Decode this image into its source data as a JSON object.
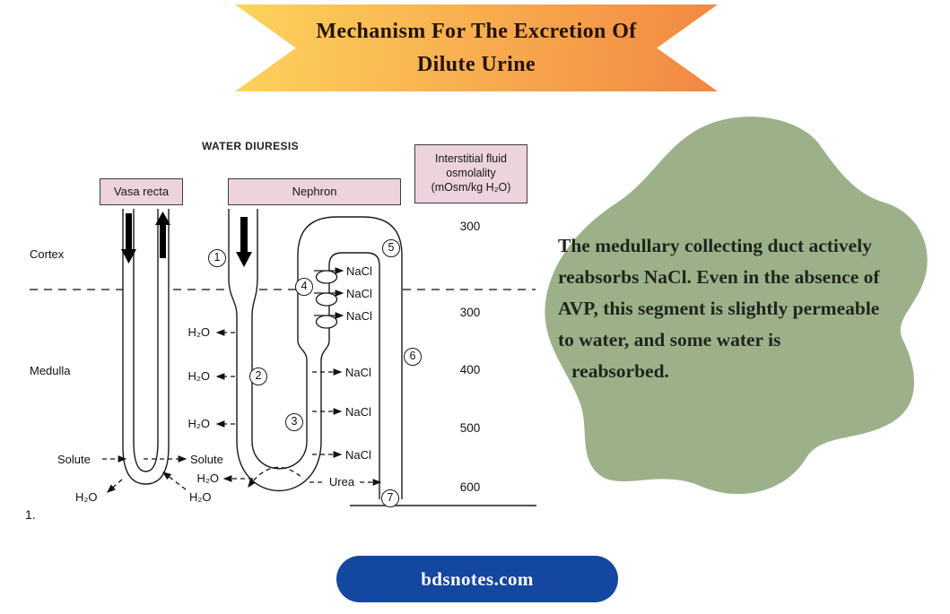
{
  "banner": {
    "title_line1": "Mechanism For The Excretion Of",
    "title_line2": "Dilute Urine"
  },
  "diagram": {
    "heading": "WATER DIURESIS",
    "vasa_recta_label": "Vasa recta",
    "nephron_label": "Nephron",
    "scale_box_line1": "Interstitial fluid",
    "scale_box_line2": "osmolality",
    "scale_box_line3": "(mOsm/kg H₂O)",
    "cortex_label": "Cortex",
    "medulla_label": "Medulla",
    "osmolality_values": [
      "300",
      "300",
      "400",
      "500",
      "600"
    ],
    "step_numbers": [
      "1",
      "2",
      "3",
      "4",
      "5",
      "6",
      "7"
    ],
    "nacl_cortex": [
      "NaCl",
      "NaCl",
      "NaCl"
    ],
    "nacl_medulla": [
      "NaCl",
      "NaCl",
      "NaCl"
    ],
    "h2o_descending": [
      "H₂O",
      "H₂O",
      "H₂O"
    ],
    "h2o_loop_bottom": "H₂O",
    "h2o_vasa_left": "H₂O",
    "h2o_vasa_right": "H₂O",
    "solute_in": "Solute",
    "solute_out": "Solute",
    "urea_label": "Urea",
    "footnote": "1."
  },
  "note": {
    "lines": [
      "The medullary collecting duct actively",
      "reabsorbs NaCl. Even in the absence of",
      "AVP, this segment is slightly permeable",
      "to water, and some water is",
      "reabsorbed."
    ]
  },
  "footer": {
    "site_label": "bdsnotes.com"
  },
  "colors": {
    "banner_gradient_start": "#fdd35c",
    "banner_gradient_end": "#f28742",
    "label_box_bg": "#ecd3de",
    "note_bg": "#9cb18a",
    "button_bg": "#14479f"
  }
}
